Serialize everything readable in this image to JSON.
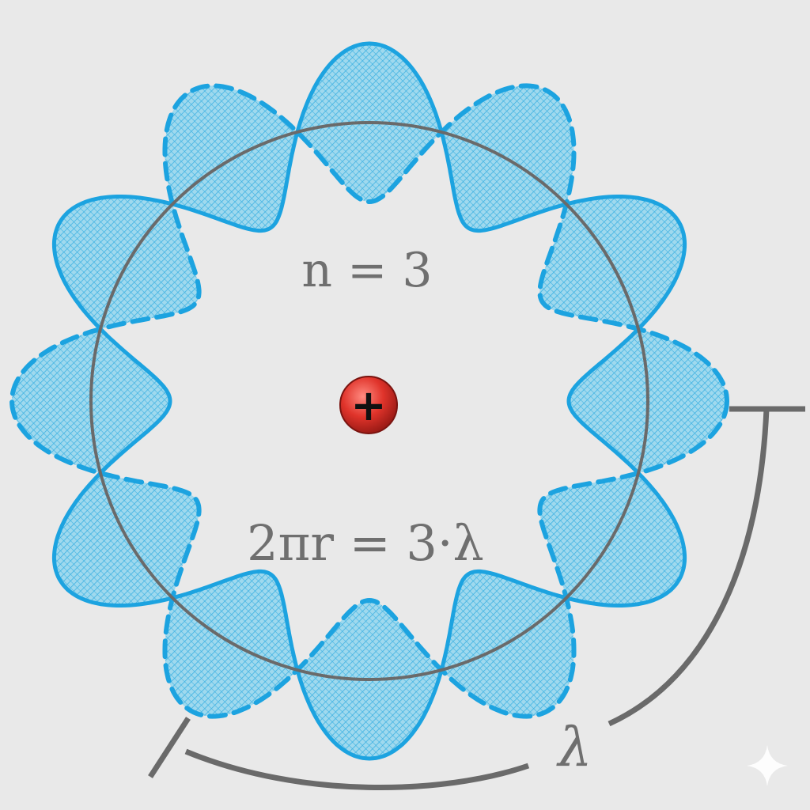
{
  "diagram": {
    "quantum_number_label": "n = 3",
    "condition_label": "2πr = 3·λ",
    "wavelength_label": "λ",
    "nucleus_symbol": "+",
    "wave_count": 3,
    "colors": {
      "background": "#e9e9e9",
      "wave": "#1ca3e0",
      "wave_fill": "#7fcde9",
      "orbit": "#6a6a6a",
      "nucleus": "#d9302a",
      "text": "#6f6f6f"
    }
  }
}
